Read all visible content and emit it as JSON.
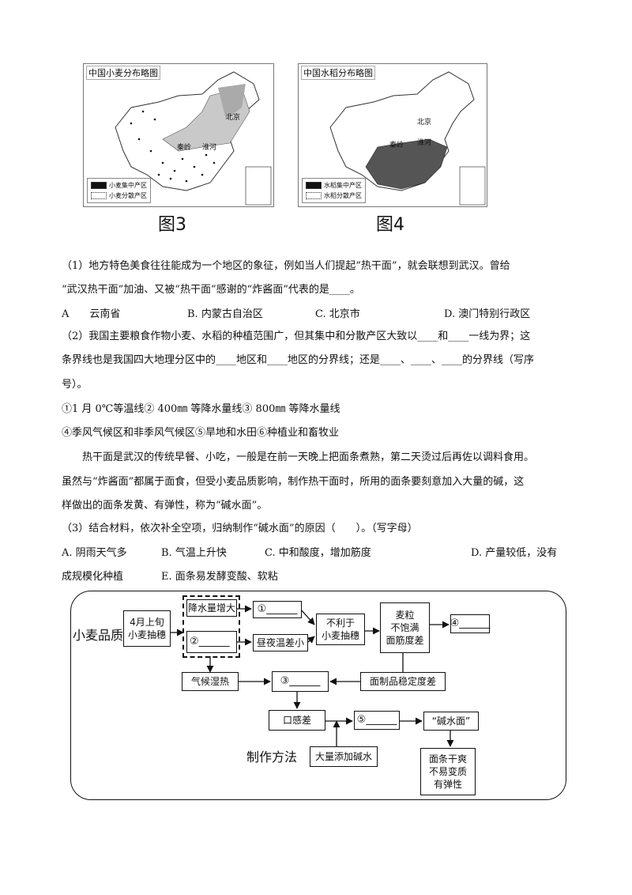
{
  "figures": {
    "fig3": {
      "map_title": "中国小麦分布略图",
      "legend": [
        "小麦集中产区",
        "小麦分散产区"
      ],
      "labels": [
        "北京",
        "秦岭",
        "淮河"
      ],
      "caption": "图3"
    },
    "fig4": {
      "map_title": "中国水稻分布略图",
      "legend": [
        "水稻集中产区",
        "水稻分散产区"
      ],
      "labels": [
        "北京",
        "秦岭",
        "淮河"
      ],
      "caption": "图4"
    }
  },
  "q1": {
    "line1": "（1）地方特色美食往往能成为一个地区的象征，例如当人们提起“热干面”，就会联想到武汉。曾给",
    "line2": "“武汉热干面”加油、又被“热干面”感谢的“炸酱面”代表的是____。",
    "options": [
      "A　　云南省",
      "B. 内蒙古自治区",
      "C. 北京市",
      "D. 澳门特别行政区"
    ]
  },
  "q2": {
    "line1": "（2）我国主要粮食作物小麦、水稻的种植范围广，但其集中和分散产区大致以____和____一线为界；这",
    "line2": "条界线也是我国四大地理分区中的____地区和____地区的分界线；还是____、____、____的分界线（写序",
    "line3": "号）。",
    "items1": "①1 月 0℃等温线② 400㎜ 等降水量线③ 800㎜ 等降水量线",
    "items2": "④季风气候区和非季风气候区⑤旱地和水田⑥种植业和畜牧业"
  },
  "material": {
    "line1": "热干面是武汉的传统早餐、小吃，一般是在前一天晚上把面条煮熟，第二天烫过后再佐以调料食用。",
    "line2": "虽然与“炸酱面”都属于面食，但受小麦品质影响，制作热干面时，所用的面条要刻意加入大量的碱，这",
    "line3": "样做出的面条发黄、有弹性，称为“碱水面”。"
  },
  "q3": {
    "line1": "（3）结合材料，依次补全空项，归纳制作“碱水面”的原因（　　）。（写字母）",
    "options_row1": [
      "A. 阴雨天气多",
      "B. 气温上升快",
      "C. 中和酸度，增加筋度",
      "D. 产量较低，没有"
    ],
    "options_row2": [
      "成规模化种植",
      "E. 面条易发酵变酸、软粘"
    ]
  },
  "flow": {
    "wheat_quality": "小麦品质",
    "make_method": "制作方法",
    "heading_1": "4月上旬",
    "heading_2": "小麦抽穗",
    "rain": "降水量增大",
    "blank2": "②______",
    "blank1": "①______",
    "temp_diff": "昼夜温差小",
    "bad_1": "不利于",
    "bad_2": "小麦抽穗",
    "grain_1": "麦粒",
    "grain_2": "不饱满",
    "grain_3": "面筋度差",
    "blank4": "④______",
    "humid": "气候湿热",
    "blank3": "③______",
    "stability": "面制品稳定度差",
    "taste": "口感差",
    "blank5": "⑤______",
    "jianshui": "“碱水面”",
    "alkali": "大量添加碱水",
    "result_1": "面条干爽",
    "result_2": "不易变质",
    "result_3": "有弹性"
  }
}
